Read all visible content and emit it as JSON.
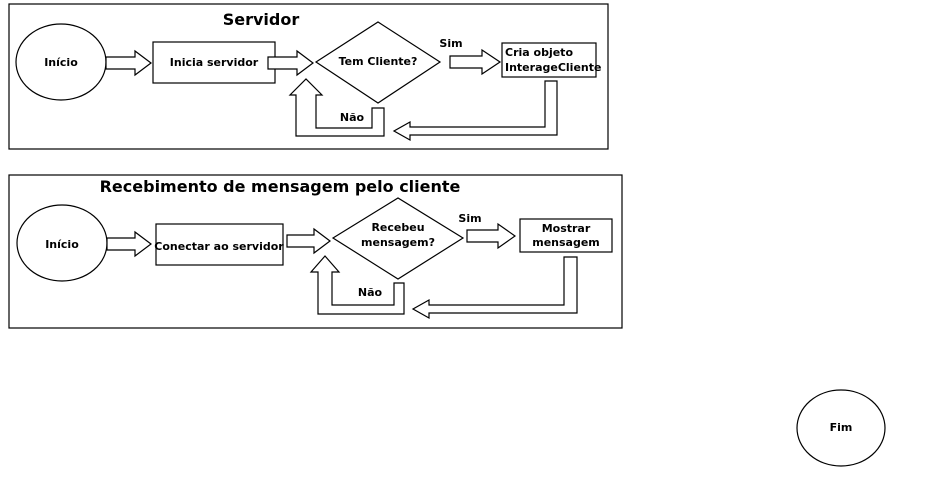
{
  "servidor": {
    "title": "Servidor",
    "start": "Início",
    "step": "Inicia servidor",
    "decision": "Tem Cliente?",
    "yes": "Sim",
    "no": "Não",
    "action_line1": "Cria objeto",
    "action_line2": "InterageCliente"
  },
  "cliente": {
    "title": "Recebimento de mensagem pelo cliente",
    "start": "Início",
    "step": "Conectar ao servidor",
    "decision_line1": "Recebeu",
    "decision_line2": "mensagem?",
    "yes": "Sim",
    "no": "Não",
    "action_line1": "Mostrar",
    "action_line2": "mensagem"
  },
  "end": "Fim"
}
